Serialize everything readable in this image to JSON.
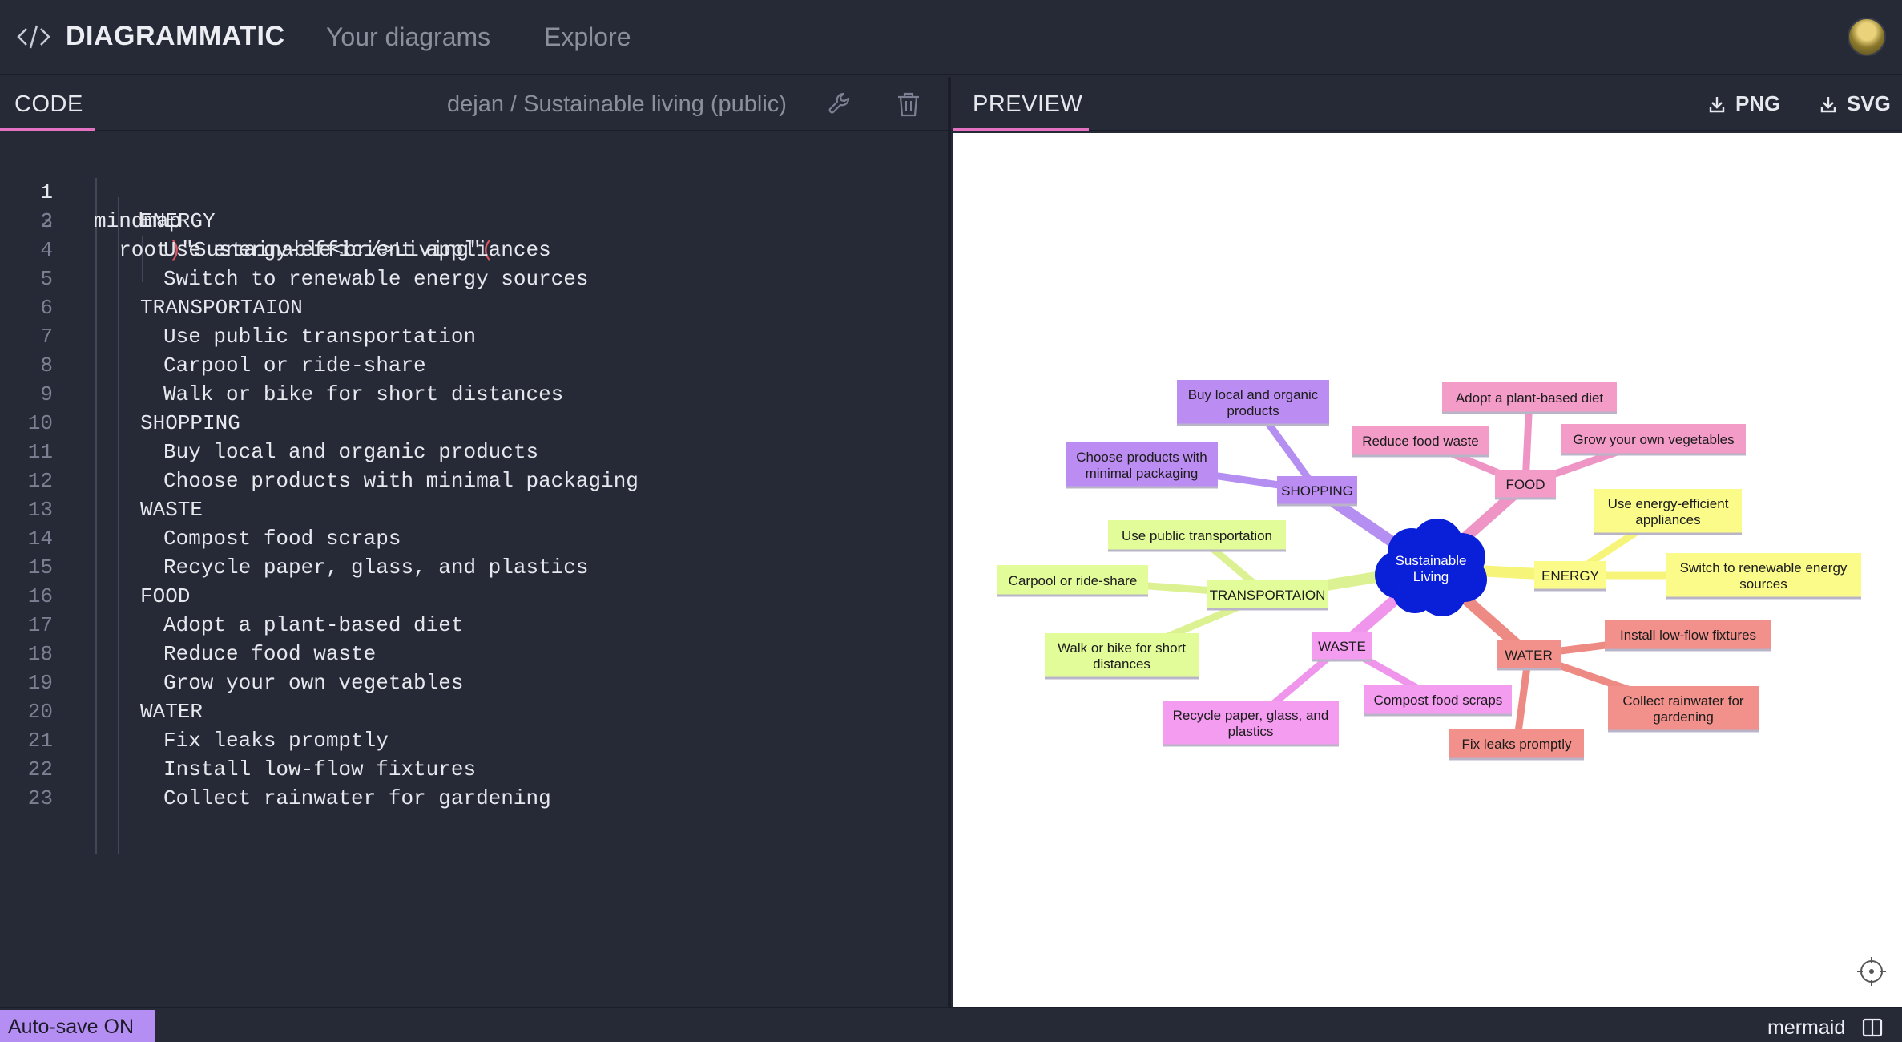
{
  "app": {
    "brand": "DIAGRAMMATIC",
    "nav": [
      "Your diagrams",
      "Explore"
    ]
  },
  "code_pane": {
    "tab": "CODE",
    "doc_title": "dejan / Sustainable living (public)",
    "lines": [
      {
        "num": "1",
        "text": "mindmap"
      },
      {
        "num": "2",
        "text": "  root",
        "mid": ")",
        "mid2": "\"Sustainable<br/>Living\"",
        "end": "("
      },
      {
        "num": "3",
        "text": "ENERGY"
      },
      {
        "num": "4",
        "text": "Use energy-efficient appliances"
      },
      {
        "num": "5",
        "text": "Switch to renewable energy sources"
      },
      {
        "num": "6",
        "text": "TRANSPORTAION"
      },
      {
        "num": "7",
        "text": "Use public transportation"
      },
      {
        "num": "8",
        "text": "Carpool or ride-share"
      },
      {
        "num": "9",
        "text": "Walk or bike for short distances"
      },
      {
        "num": "10",
        "text": "SHOPPING"
      },
      {
        "num": "11",
        "text": "Buy local and organic products"
      },
      {
        "num": "12",
        "text": "Choose products with minimal packaging"
      },
      {
        "num": "13",
        "text": "WASTE"
      },
      {
        "num": "14",
        "text": "Compost food scraps"
      },
      {
        "num": "15",
        "text": "Recycle paper, glass, and plastics"
      },
      {
        "num": "16",
        "text": "FOOD"
      },
      {
        "num": "17",
        "text": "Adopt a plant-based diet"
      },
      {
        "num": "18",
        "text": "Reduce food waste"
      },
      {
        "num": "19",
        "text": "Grow your own vegetables"
      },
      {
        "num": "20",
        "text": "WATER"
      },
      {
        "num": "21",
        "text": "Fix leaks promptly"
      },
      {
        "num": "22",
        "text": "Install low-flow fixtures"
      },
      {
        "num": "23",
        "text": "Collect rainwater for gardening"
      }
    ]
  },
  "preview_pane": {
    "tab": "PREVIEW",
    "export_png": "PNG",
    "export_svg": "SVG"
  },
  "mindmap": {
    "root": [
      "Sustainable",
      "Living"
    ],
    "branches": {
      "energy": {
        "label": "ENERGY",
        "color": "#fbfb8a",
        "children": [
          [
            "Use energy-efficient",
            "appliances"
          ],
          [
            "Switch to renewable energy",
            "sources"
          ]
        ]
      },
      "transport": {
        "label": "TRANSPORTAION",
        "color": "#e3fc9a",
        "children": [
          [
            "Use public transportation"
          ],
          [
            "Carpool or ride-share"
          ],
          [
            "Walk or bike for short",
            "distances"
          ]
        ]
      },
      "shopping": {
        "label": "SHOPPING",
        "color": "#bb8cf1",
        "children": [
          [
            "Buy local and organic",
            "products"
          ],
          [
            "Choose products with",
            "minimal packaging"
          ]
        ]
      },
      "waste": {
        "label": "WASTE",
        "color": "#f39cf0",
        "children": [
          [
            "Compost food scraps"
          ],
          [
            "Recycle paper, glass, and",
            "plastics"
          ]
        ]
      },
      "food": {
        "label": "FOOD",
        "color": "#f39cc8",
        "children": [
          [
            "Adopt a plant-based diet"
          ],
          [
            "Reduce food waste"
          ],
          [
            "Grow your own vegetables"
          ]
        ]
      },
      "water": {
        "label": "WATER",
        "color": "#f2918b",
        "children": [
          [
            "Fix leaks promptly"
          ],
          [
            "Install low-flow fixtures"
          ],
          [
            "Collect rainwater for",
            "gardening"
          ]
        ]
      }
    },
    "root_color": "#0a1fd8"
  },
  "status": {
    "autosave": "Auto-save ON",
    "mode": "mermaid"
  },
  "colors": {
    "accent": "#e373c2",
    "autosave_bg": "#b48ef2"
  }
}
